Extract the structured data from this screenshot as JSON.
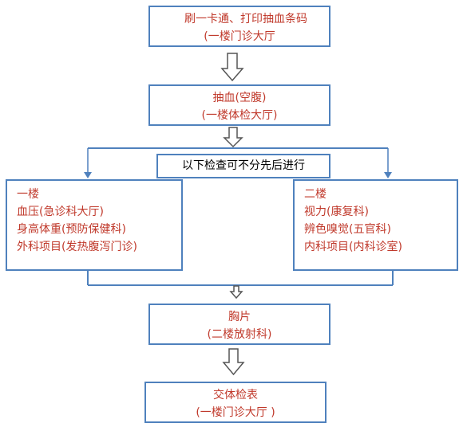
{
  "flowchart": {
    "step1": {
      "line1": "刷一卡通、打印抽血条码",
      "line2": "(一楼门诊大厅"
    },
    "step2": {
      "line1": "抽血(空腹)",
      "line2": "(一楼体检大厅)"
    },
    "note": "以下检查可不分先后进行",
    "floor1": {
      "title": "一楼",
      "items": [
        "血压(急诊科大厅)",
        "身高体重(预防保健科)",
        "外科项目(发热腹泻门诊)"
      ]
    },
    "floor2": {
      "title": "二楼",
      "items": [
        "视力(康复科)",
        "辨色嗅觉(五官科)",
        "内科项目(内科诊室)"
      ]
    },
    "step3": {
      "line1": "胸片",
      "line2": "(二楼放射科)"
    },
    "step4": {
      "line1": "交体检表",
      "line2": "(一楼门诊大厅 )"
    }
  },
  "colors": {
    "border": "#4f81bd",
    "text": "#c0392b",
    "note_text": "#000000",
    "arrow_fill": "#ffffff",
    "arrow_stroke": "#555555"
  }
}
